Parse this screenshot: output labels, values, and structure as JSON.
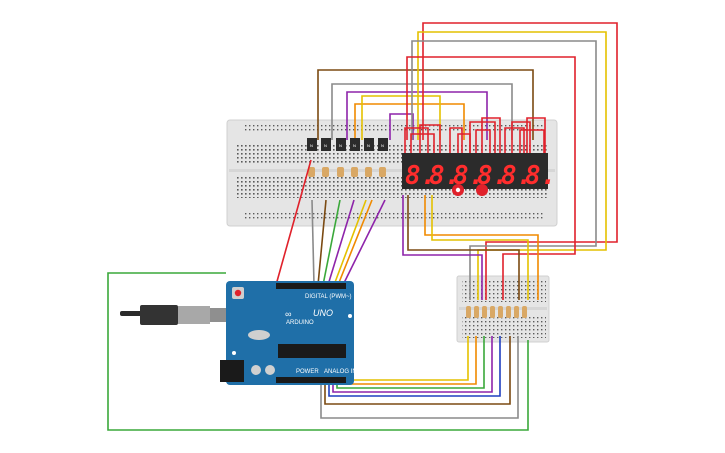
{
  "arduino": {
    "logo": "∞",
    "model": "UNO",
    "brand": "ARDUINO",
    "header_digital": "DIGITAL (PWM~)",
    "header_power": "POWER",
    "header_analog": "ANALOG IN"
  },
  "transistors": [
    "N",
    "N",
    "N",
    "N",
    "N",
    "N"
  ],
  "display": {
    "digits": [
      "8.",
      "8.",
      "8.",
      "8.",
      "8.",
      "8."
    ],
    "color": "#ff2d2d"
  },
  "wire_colors": {
    "red": "#e0212b",
    "yellow": "#e4c100",
    "purple": "#8e24aa",
    "brown": "#7b4a12",
    "orange": "#f08a00",
    "gray": "#8a8a8a",
    "green": "#3aa83a",
    "blue": "#1f3fbf"
  }
}
